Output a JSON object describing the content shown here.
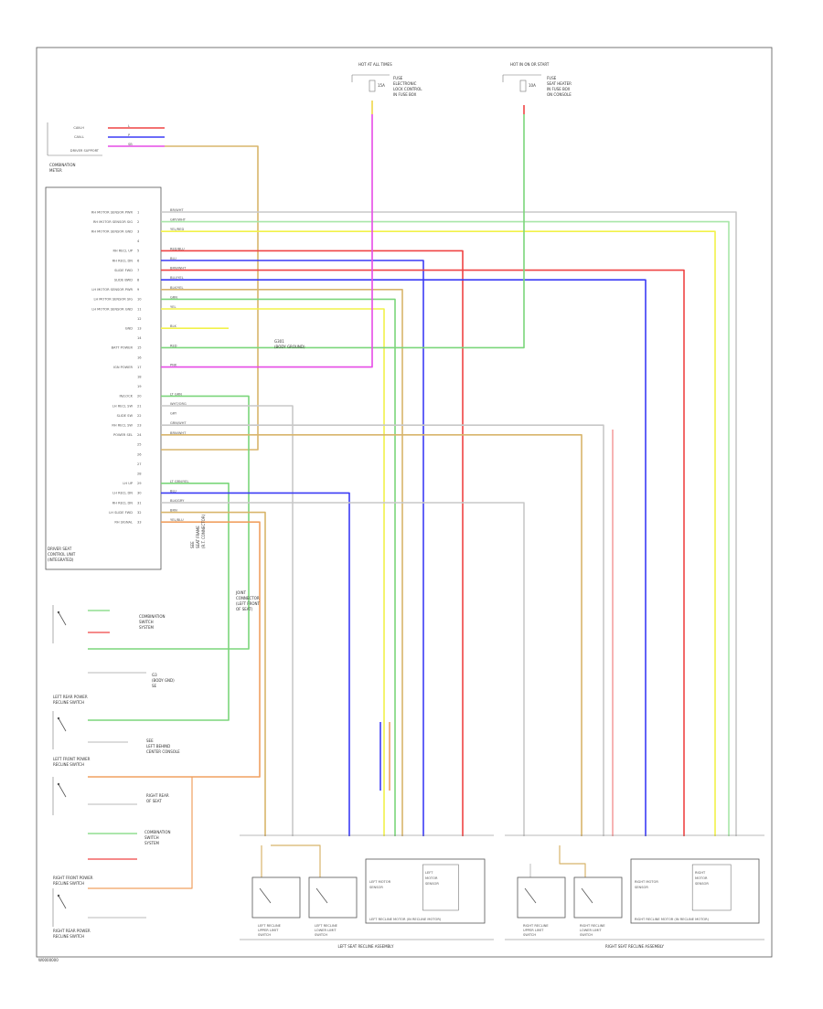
{
  "page": {
    "footer_code": "W0000000"
  },
  "fuses": [
    {
      "id": "fuse-left",
      "top": "HOT AT ALL TIMES",
      "rating": "15A",
      "lines": [
        "FUSE",
        "ELECTRONIC",
        "LOCK CONTROL",
        "IN FUSE BOX"
      ]
    },
    {
      "id": "fuse-right",
      "top": "HOT IN ON OR START",
      "rating": "10A",
      "lines": [
        "FUSE",
        "SEAT HEATER",
        "IN FUSE BOX",
        "ON CONSOLE"
      ]
    }
  ],
  "combination_meter": {
    "title_lines": [
      "COMBINATION",
      "METER"
    ],
    "pins": [
      "CAN-H",
      "CAN-L",
      "DRIVER SUPPORT"
    ],
    "wire_labels": [
      "L",
      "P",
      "SB"
    ]
  },
  "seat_module": {
    "title_lines": [
      "DRIVER SEAT",
      "CONTROL UNIT",
      "(INTEGRATED)"
    ],
    "pins": [
      "RH MOTOR SENSOR PWR",
      "RH MOTOR SENSOR SIG",
      "RH MOTOR SENSOR GND",
      "",
      "RH RECL UP",
      "RH RECL DN",
      "SLIDE FWD",
      "SLIDE BWD",
      "LH MOTOR SENSOR PWR",
      "LH MOTOR SENSOR SIG",
      "LH MOTOR SENSOR GND",
      "",
      "GND",
      "",
      "BATT POWER",
      "",
      "IGN POWER",
      "",
      "",
      "IN/LOCK",
      "LH RECL SW",
      "SLIDE SW",
      "RH RECL SW",
      "POWER SEL",
      "",
      "",
      "",
      "",
      "LH UP",
      "LH RECL DN",
      "RH RECL DN",
      "LH SLIDE FWD",
      "RH SIGNAL"
    ],
    "wire_labels": [
      "BR/WHT",
      "GRY/WHT",
      "YEL/RED",
      "",
      "RED/BLU",
      "BLU",
      "BRN/WHT",
      "BLU/YEL",
      "BLK/YEL",
      "GRN",
      "YEL",
      "",
      "BLK",
      "",
      "RED",
      "",
      "PNK",
      "",
      "",
      "LT GRN",
      "WHT/ORG",
      "GRY",
      "GRN/WHT",
      "BRN/WHT",
      "",
      "",
      "",
      "",
      "LT GRN/YEL",
      "BLU",
      "BLK/GRY",
      "BRN",
      "YEL/BLU"
    ],
    "pin_numbers": [
      "1",
      "2",
      "3",
      "4",
      "5",
      "6",
      "7",
      "8",
      "9",
      "10",
      "11",
      "12",
      "13",
      "14",
      "15",
      "16",
      "17",
      "18",
      "19",
      "20",
      "21",
      "22",
      "23",
      "24",
      "25",
      "26",
      "27",
      "28",
      "29",
      "30",
      "31",
      "32",
      "33"
    ]
  },
  "labels": {
    "ground_ref": [
      "G301",
      "(BODY GROUND)"
    ],
    "joint_connector": [
      "JOINT",
      "CONNECTOR",
      "(LEFT FRONT",
      "OF SEAT)"
    ],
    "combination_switch_1": [
      "COMBINATION",
      "SWITCH",
      "SYSTEM"
    ],
    "ground_ref_2": [
      "G3",
      "(BODY GND)",
      "SE"
    ],
    "combination_switch_2": [
      "COMBINATION",
      "SWITCH",
      "SYSTEM"
    ],
    "right_gnd": [
      "RIGHT REAR",
      "OF SEAT"
    ],
    "seat_frame_note": [
      "SEE",
      "SEAT FRAME",
      "(R.T. CONNECTOR)"
    ],
    "ground_ref_3": [
      "SEE",
      "LEFT BEHIND",
      "CENTER CONSOLE"
    ]
  },
  "switches": [
    {
      "id": "left-recline",
      "lines": [
        "LEFT REAR POWER",
        "RECLINE SWITCH"
      ]
    },
    {
      "id": "left-front",
      "lines": [
        "LEFT FRONT POWER",
        "RECLINE SWITCH"
      ]
    },
    {
      "id": "right-front",
      "lines": [
        "RIGHT FRONT POWER",
        "RECLINE SWITCH"
      ]
    },
    {
      "id": "right-rear",
      "lines": [
        "RIGHT REAR POWER",
        "RECLINE SWITCH"
      ]
    }
  ],
  "bottom_assemblies": [
    {
      "id": "left-seat-assy",
      "caption": "LEFT SEAT RECLINE ASSEMBLY"
    },
    {
      "id": "right-seat-assy",
      "caption": "RIGHT SEAT RECLINE ASSEMBLY"
    }
  ],
  "bottom_components": [
    {
      "id": "left-recline-sw",
      "lines": [
        "LEFT RECLINE",
        "UPPER LIMIT",
        "SWITCH"
      ]
    },
    {
      "id": "left-lower-sw",
      "lines": [
        "LEFT RECLINE",
        "LOWER LIMIT",
        "SWITCH"
      ]
    },
    {
      "id": "left-motor",
      "lines": [
        "LEFT RECLINE MOTOR",
        "(IN RECLINE MOTOR)"
      ],
      "inner": [
        "LEFT",
        "MOTOR",
        "SENSOR"
      ],
      "side": [
        "LEFT MOTOR",
        "SENSOR"
      ]
    },
    {
      "id": "right-recline-sw",
      "lines": [
        "RIGHT RECLINE",
        "UPPER LIMIT",
        "SWITCH"
      ]
    },
    {
      "id": "right-lower-sw",
      "lines": [
        "RIGHT RECLINE",
        "LOWER LIMIT",
        "SWITCH"
      ]
    },
    {
      "id": "right-motor",
      "lines": [
        "RIGHT RECLINE MOTOR",
        "(IN RECLINE MOTOR)"
      ],
      "inner": [
        "RIGHT",
        "MOTOR",
        "SENSOR"
      ],
      "side": [
        "RIGHT MOTOR",
        "SENSOR"
      ]
    }
  ],
  "colors": {
    "red": "#ef4444",
    "blue": "#3b3bf5",
    "green": "#7bd67b",
    "yellow": "#f2f24a",
    "magenta": "#e64be6",
    "tan": "#d8b56b",
    "orange": "#f0a060",
    "grey": "#c8c8c8",
    "pink": "#f5a0a0",
    "lightgreen": "#a8e6a8",
    "lightblue": "#9fd4f0"
  }
}
